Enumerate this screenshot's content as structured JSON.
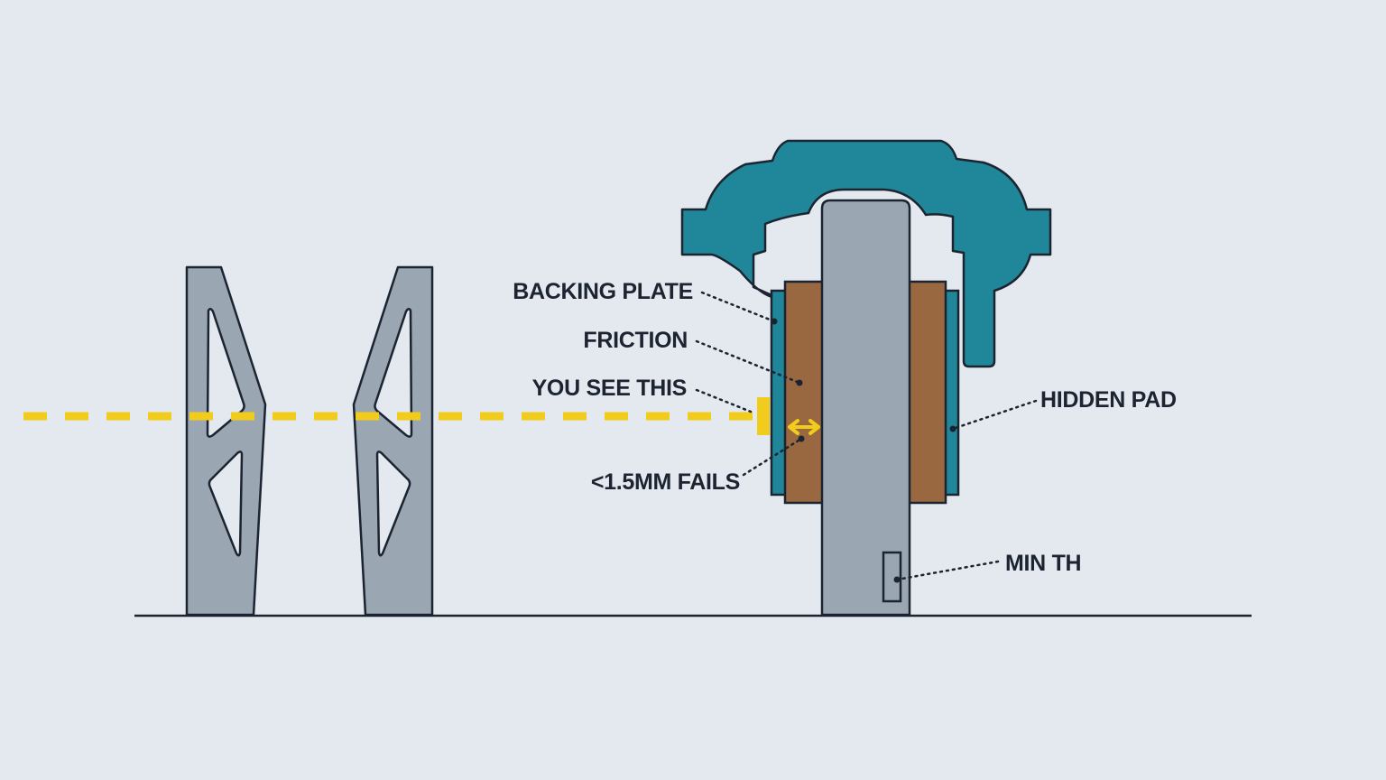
{
  "labels": {
    "backing_plate": "BACKING PLATE",
    "friction": "FRICTION",
    "you_see_this": "YOU SEE THIS",
    "fails": "<1.5MM FAILS",
    "hidden_pad": "HIDDEN PAD",
    "min_th": "MIN TH"
  },
  "colors": {
    "background": "#e3e9ef",
    "outline": "#1b2430",
    "caliper": "#1f8799",
    "friction_material": "#9a6840",
    "rotor_and_spokes": "#9aa6b2",
    "sightline": "#f2cc1c"
  }
}
